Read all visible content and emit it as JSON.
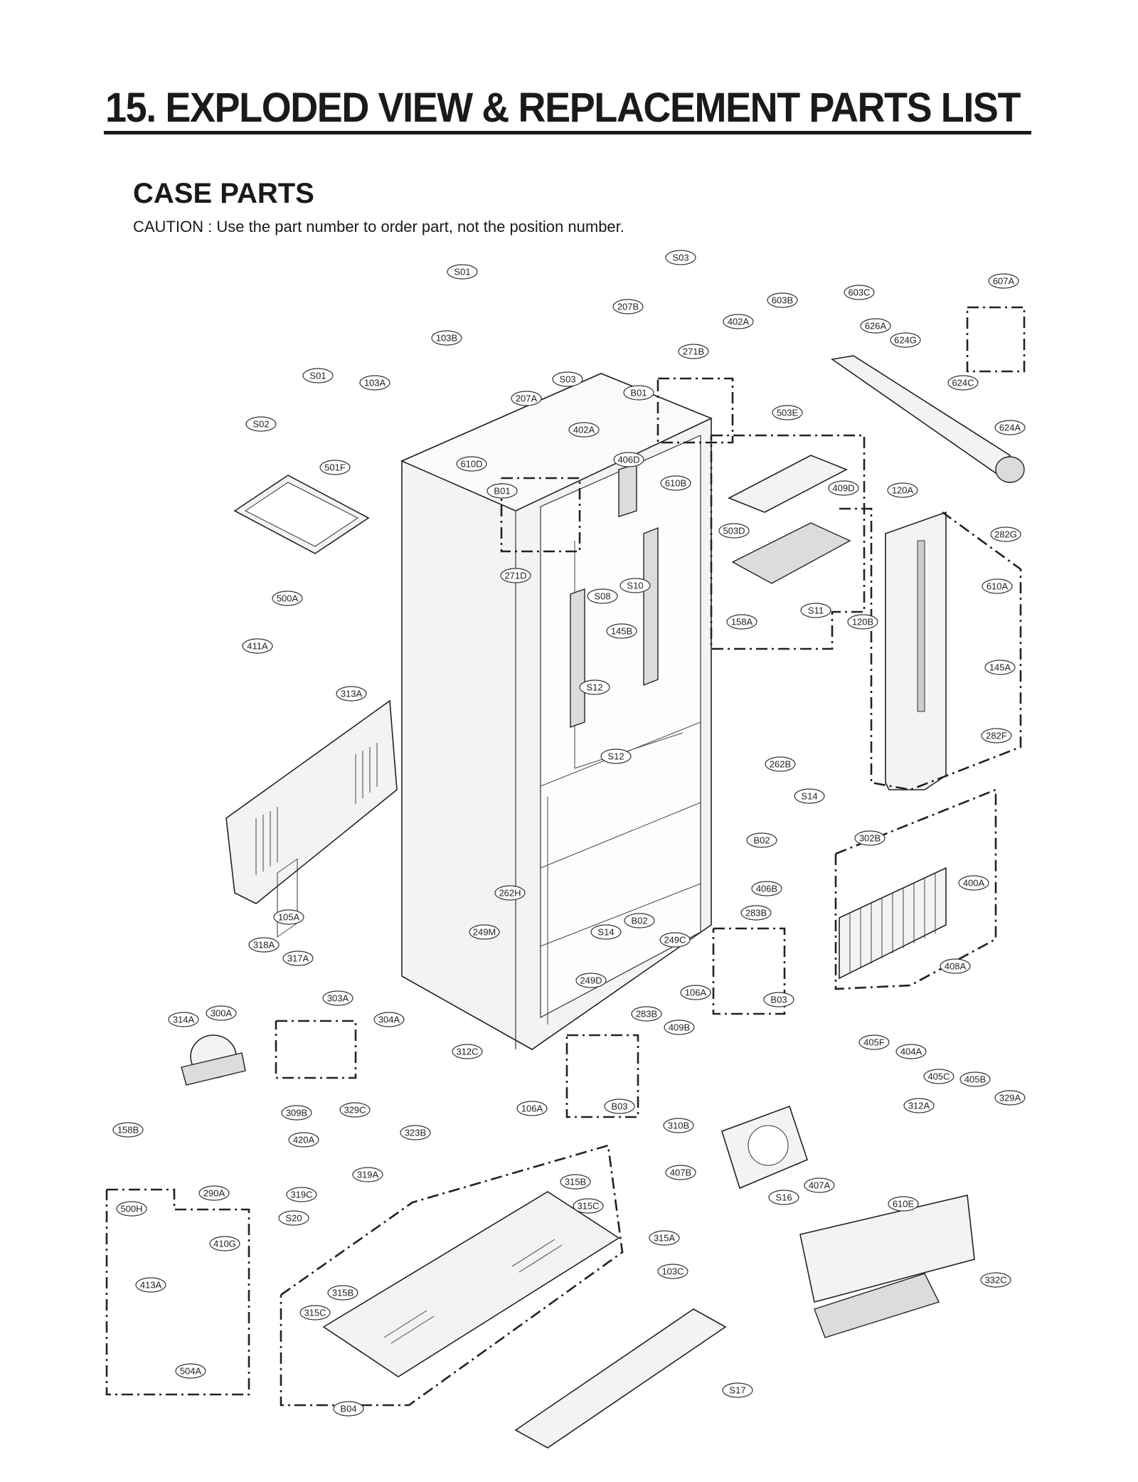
{
  "header": {
    "title": "15. EXPLODED VIEW & REPLACEMENT PARTS LIST",
    "section": "CASE PARTS",
    "caution": "CAUTION : Use the part number to order part, not the position number."
  },
  "labels": [
    "S03",
    "S01",
    "607A",
    "207B",
    "603B",
    "603C",
    "402A",
    "103B",
    "626A",
    "624G",
    "271B",
    "S01",
    "103A",
    "S03",
    "624C",
    "207A",
    "B01",
    "503E",
    "S02",
    "402A",
    "624A",
    "610D",
    "406D",
    "501F",
    "B01",
    "610B",
    "409D",
    "120A",
    "503D",
    "282G",
    "271D",
    "S10",
    "500A",
    "610A",
    "S08",
    "S11",
    "158A",
    "120B",
    "145B",
    "411A",
    "145A",
    "S12",
    "313A",
    "282F",
    "S12",
    "262B",
    "S14",
    "B02",
    "302B",
    "262H",
    "406B",
    "400A",
    "249M",
    "283B",
    "B02",
    "S14",
    "105A",
    "249C",
    "318A",
    "408A",
    "317A",
    "249D",
    "106A",
    "B03",
    "303A",
    "300A",
    "304A",
    "283B",
    "314A",
    "409B",
    "405F",
    "404A",
    "312C",
    "405C",
    "405B",
    "312A",
    "106A",
    "B03",
    "329A",
    "309B",
    "329C",
    "158B",
    "310B",
    "323B",
    "420A",
    "407B",
    "319A",
    "290A",
    "315B",
    "407A",
    "319C",
    "315C",
    "500H",
    "S16",
    "610E",
    "S20",
    "315A",
    "410G",
    "103C",
    "332C",
    "413A",
    "315B",
    "315C",
    "504A",
    "S17",
    "B04"
  ]
}
